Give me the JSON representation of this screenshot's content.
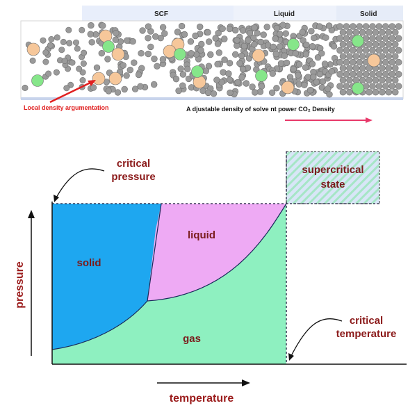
{
  "top_panel": {
    "header_scf": "SCF",
    "header_liquid": "Liquid",
    "header_solid": "Solid",
    "caption_left": "Local density argumentation",
    "caption_right": "A djustable density of solve nt power CO₂ Density",
    "colors": {
      "gray": "#9a9a9a",
      "orange": "#f6c79a",
      "green": "#86e68a",
      "arrow": "#e8396a",
      "red": "#e02020"
    }
  },
  "phase_diagram": {
    "regions": {
      "solid": "solid",
      "liquid": "liquid",
      "gas": "gas",
      "supercritical": "supercritical state"
    },
    "annotations": {
      "critical_pressure": "critical pressure",
      "critical_temperature": "critical temperature"
    },
    "axes": {
      "x_label": "temperature",
      "y_label": "pressure"
    },
    "colors": {
      "solid": "#1ea7f0",
      "liquid": "#eeaaf4",
      "gas": "#8ef0c0",
      "supercritical_a": "#cfe0f5",
      "supercritical_b": "#9fe0c0",
      "label": "#8b1a1a"
    }
  }
}
